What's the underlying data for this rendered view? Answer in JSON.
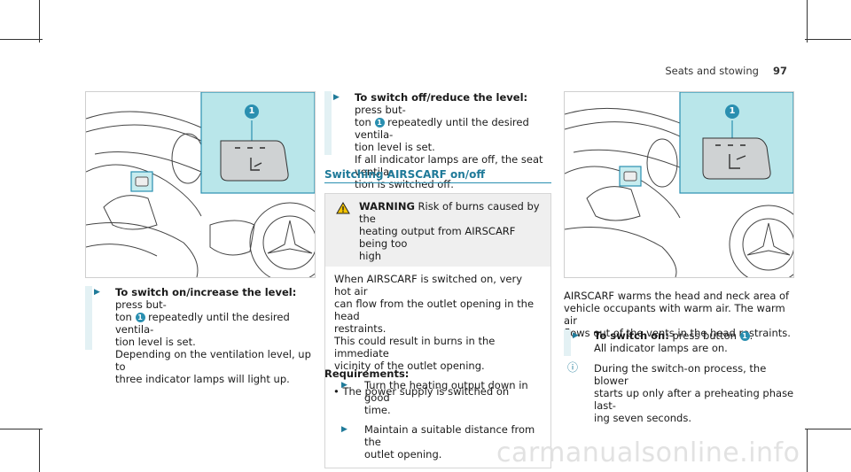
{
  "header": {
    "section": "Seats and stowing",
    "page": "97"
  },
  "figure_callout": "1",
  "col1": {
    "step_title": "To switch on/increase the level:",
    "step_lines": [
      " press but-",
      "repeatedly until the desired ventila-",
      "tion level is set.",
      "Depending on the ventilation level, up to",
      "three indicator lamps will light up."
    ],
    "step_prefix": "ton"
  },
  "col2": {
    "step_title": "To switch off/reduce the level:",
    "step_lines": [
      " press but-",
      "repeatedly until the desired ventila-",
      "tion level is set.",
      "If all indicator lamps are off, the seat ventila-",
      "tion is switched off."
    ],
    "step_prefix": "ton",
    "section_title": "Switching AIRSCARF on/off",
    "warning": {
      "label": "WARNING",
      "head_lines": [
        " Risk of burns caused by the",
        "heating output from AIRSCARF being too",
        "high"
      ],
      "body": [
        "When AIRSCARF is switched on, very hot air",
        "can flow from the outlet opening in the head",
        "restraints.",
        "This could result in burns in the immediate",
        "vicinity of the outlet opening."
      ],
      "actions": [
        [
          "Turn the heating output down in good",
          "time."
        ],
        [
          "Maintain a suitable distance from the",
          "outlet opening."
        ]
      ]
    },
    "requirements_label": "Requirements:",
    "requirements": [
      "The power supply is switched on"
    ]
  },
  "col3": {
    "intro": [
      "AIRSCARF warms the head and neck area of",
      "vehicle occupants with warm air. The warm air",
      "flows out of the vents in the head restraints."
    ],
    "step_title": "To switch on:",
    "step_rest": " press button",
    "step_line2": "All indicator lamps are on.",
    "note": [
      "During the switch-on process, the blower",
      "starts up only after a preheating phase last-",
      "ing seven seconds."
    ]
  },
  "watermark": "carmanualsonline.info",
  "colors": {
    "accent": "#2a8fb0",
    "callout_bg": "#b9e6ea",
    "step_bar": "#e3f1f4"
  }
}
